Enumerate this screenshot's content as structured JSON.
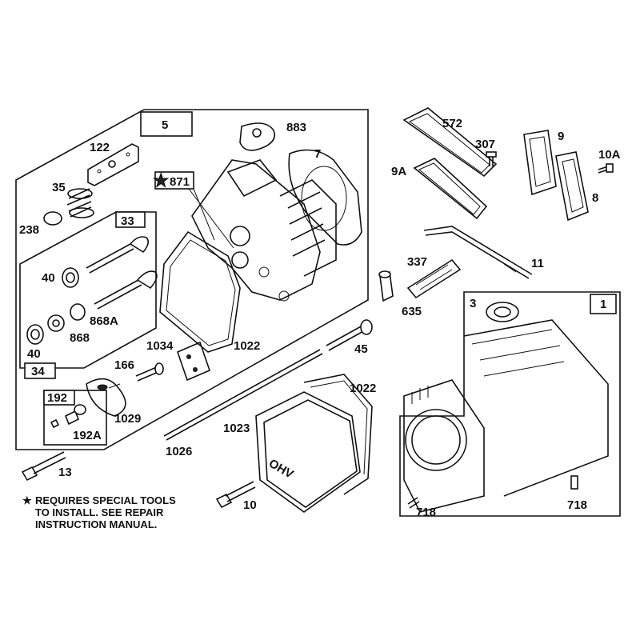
{
  "labels": {
    "l5": "5",
    "l122": "122",
    "l883": "883",
    "l7": "7",
    "l35": "35",
    "l871": "871",
    "l238": "238",
    "l33": "33",
    "l40a": "40",
    "l868A": "868A",
    "l868": "868",
    "l40b": "40",
    "l34": "34",
    "l1034": "1034",
    "l1022a": "1022",
    "l166": "166",
    "l192": "192",
    "l192A": "192A",
    "l1029": "1029",
    "l1026": "1026",
    "l1023": "1023",
    "l1022b": "1022",
    "l13": "13",
    "l10": "10",
    "l45": "45",
    "l572": "572",
    "l307": "307",
    "l9A": "9A",
    "l9": "9",
    "l10A": "10A",
    "l8": "8",
    "l11": "11",
    "l337": "337",
    "l635": "635",
    "l3": "3",
    "l1": "1",
    "l718a": "718",
    "l718b": "718"
  },
  "markings": {
    "cover_text": "OHV"
  },
  "note": {
    "star": "★",
    "text": "REQUIRES SPECIAL TOOLS\nTO INSTALL.  SEE REPAIR\nINSTRUCTION MANUAL."
  },
  "icons": {
    "special_tool": "star-icon"
  }
}
